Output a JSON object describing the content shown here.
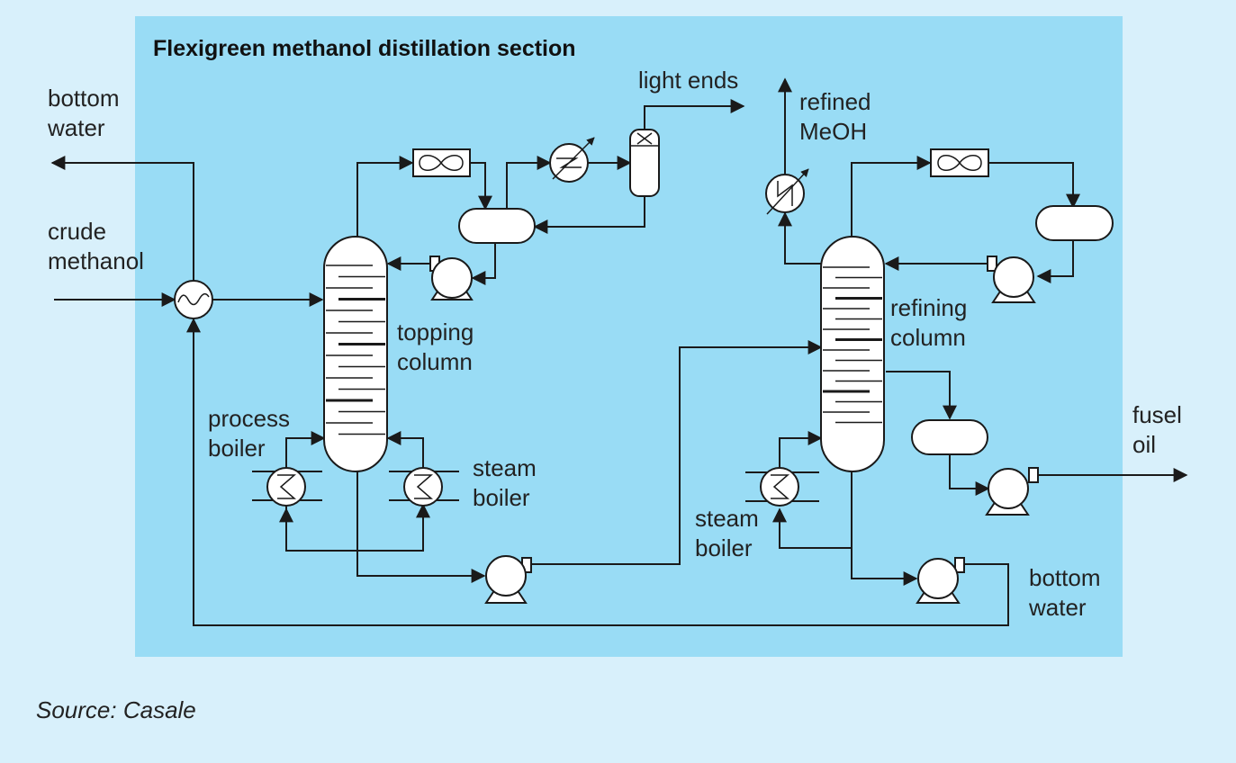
{
  "title": "Flexigreen methanol distillation section",
  "source": "Source: Casale",
  "colors": {
    "page_bg": "#d8f0fb",
    "panel_bg": "#99dcf5",
    "line": "#1a1a1a",
    "equipment_fill": "#ffffff"
  },
  "labels": {
    "bottom_water_left": [
      "bottom",
      "water"
    ],
    "crude_methanol": [
      "crude",
      "methanol"
    ],
    "light_ends": "light ends",
    "refined_meoh": [
      "refined",
      "MeOH"
    ],
    "topping_column": [
      "topping",
      "column"
    ],
    "refining_column": [
      "refining",
      "column"
    ],
    "process_boiler": [
      "process",
      "boiler"
    ],
    "steam_boiler_topping": [
      "steam",
      "boiler"
    ],
    "steam_boiler_refining": [
      "steam",
      "boiler"
    ],
    "fusel_oil": [
      "fusel",
      "oil"
    ],
    "bottom_water_right": [
      "bottom",
      "water"
    ]
  }
}
